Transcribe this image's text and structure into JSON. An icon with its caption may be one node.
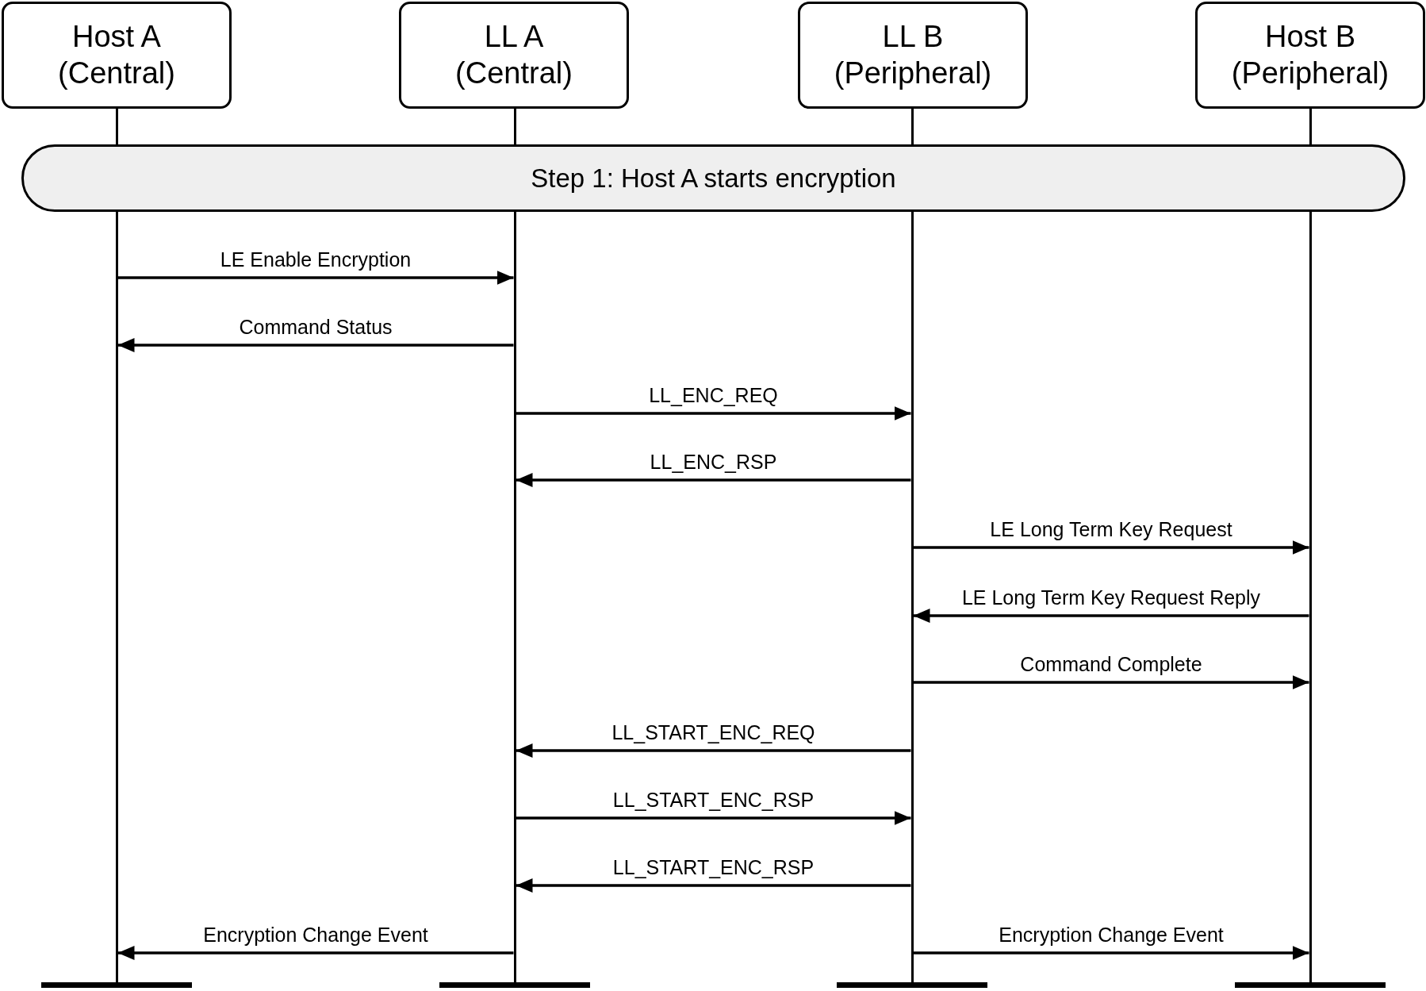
{
  "diagram": {
    "nodes": [
      {
        "text": [
          "Host A (Central)"
        ]
      },
      {
        "text": [
          "LL A (Central)"
        ]
      },
      {
        "text": [
          "LL B (Peripheral)"
        ]
      },
      {
        "text": [
          "Host B (Peripheral)"
        ]
      },
      {
        "text": [
          "Step 1: Host A starts encryption"
        ]
      },
      {
        "text": [],
        "shape": "bar"
      },
      {
        "text": [],
        "shape": "bar"
      },
      {
        "text": [],
        "shape": "bar"
      },
      {
        "text": [],
        "shape": "bar"
      }
    ],
    "edges": [
      {
        "from": 5,
        "to": 6,
        "arrow": "to",
        "label": "LE Enable Encryption"
      },
      {
        "from": 6,
        "to": 5,
        "arrow": "to",
        "label": "Command Status"
      },
      {
        "from": 6,
        "to": 7,
        "arrow": "to",
        "label": "LL_ENC_REQ"
      },
      {
        "from": 7,
        "to": 6,
        "arrow": "to",
        "label": "LL_ENC_RSP"
      },
      {
        "from": 7,
        "to": 8,
        "arrow": "to",
        "label": "LE Long Term Key Request"
      },
      {
        "from": 8,
        "to": 7,
        "arrow": "to",
        "label": "LE Long Term Key Request Reply"
      },
      {
        "from": 7,
        "to": 8,
        "arrow": "to",
        "label": "Command Complete"
      },
      {
        "from": 7,
        "to": 6,
        "arrow": "to",
        "label": "LL_START_ENC_REQ"
      },
      {
        "from": 6,
        "to": 7,
        "arrow": "to",
        "label": "LL_START_ENC_RSP"
      },
      {
        "from": 7,
        "to": 6,
        "arrow": "to",
        "label": "LL_START_ENC_RSP"
      },
      {
        "from": 6,
        "to": 5,
        "arrow": "to",
        "label": "Encryption Change Event"
      },
      {
        "from": 7,
        "to": 8,
        "arrow": "to",
        "label": "Encryption Change Event"
      }
    ]
  }
}
